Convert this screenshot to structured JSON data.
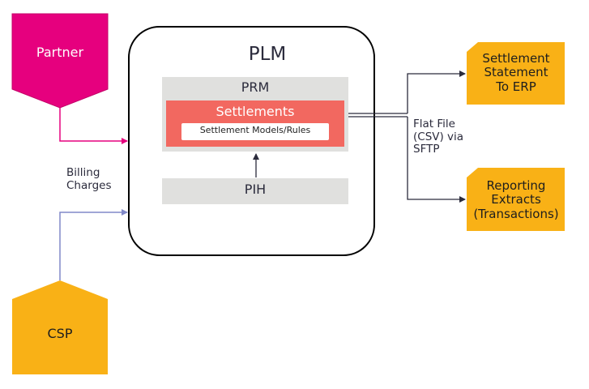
{
  "diagram": {
    "plm": {
      "label": "PLM"
    },
    "prm": {
      "label": "PRM"
    },
    "settlements": {
      "label": "Settlements",
      "rules_label": "Settlement Models/Rules"
    },
    "pih": {
      "label": "PIH"
    },
    "partner": {
      "label": "Partner"
    },
    "csp": {
      "label": "CSP"
    },
    "erp_output": {
      "label": "Settlement Statement To ERP",
      "lines": [
        "Settlement",
        "Statement",
        "To ERP"
      ]
    },
    "reporting_output": {
      "label": "Reporting Extracts (Transactions)",
      "lines": [
        "Reporting",
        "Extracts",
        "(Transactions)"
      ]
    },
    "edges": {
      "billing_label": [
        "Billing",
        "Charges"
      ],
      "flat_file_label": [
        "Flat File",
        "(CSV) via",
        "SFTP"
      ]
    }
  },
  "colors": {
    "partner": "#e6007e",
    "csp": "#f9b116",
    "output": "#f9b116",
    "settlements": "#f26860",
    "container": "#e0e0de",
    "partner_line": "#e6007e",
    "csp_line": "#8088c8",
    "dark_line": "#2b2b3c"
  }
}
